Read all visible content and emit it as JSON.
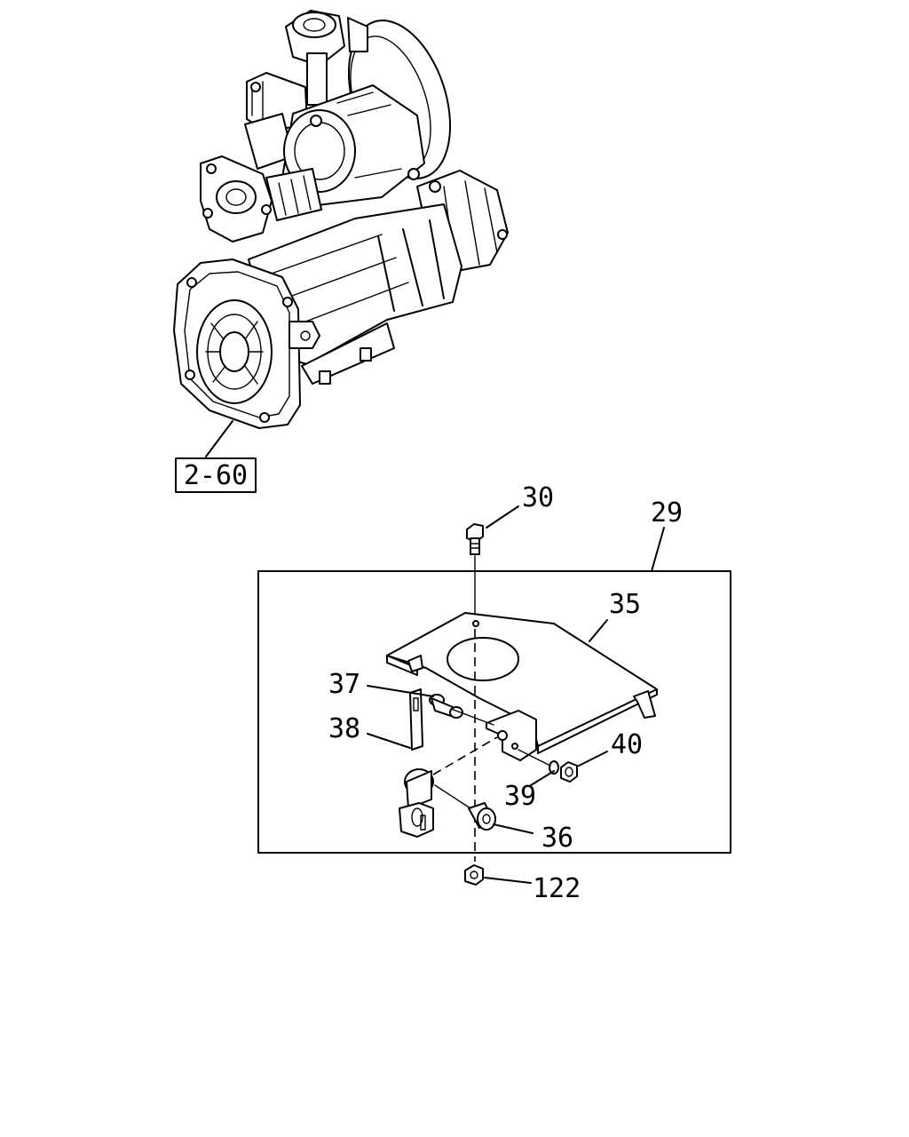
{
  "reference": {
    "text": "2-60"
  },
  "callouts": [
    {
      "id": "30",
      "text": "30"
    },
    {
      "id": "29",
      "text": "29"
    },
    {
      "id": "35",
      "text": "35"
    },
    {
      "id": "37",
      "text": "37"
    },
    {
      "id": "38",
      "text": "38"
    },
    {
      "id": "40",
      "text": "40"
    },
    {
      "id": "39",
      "text": "39"
    },
    {
      "id": "36",
      "text": "36"
    },
    {
      "id": "122",
      "text": "122"
    }
  ]
}
